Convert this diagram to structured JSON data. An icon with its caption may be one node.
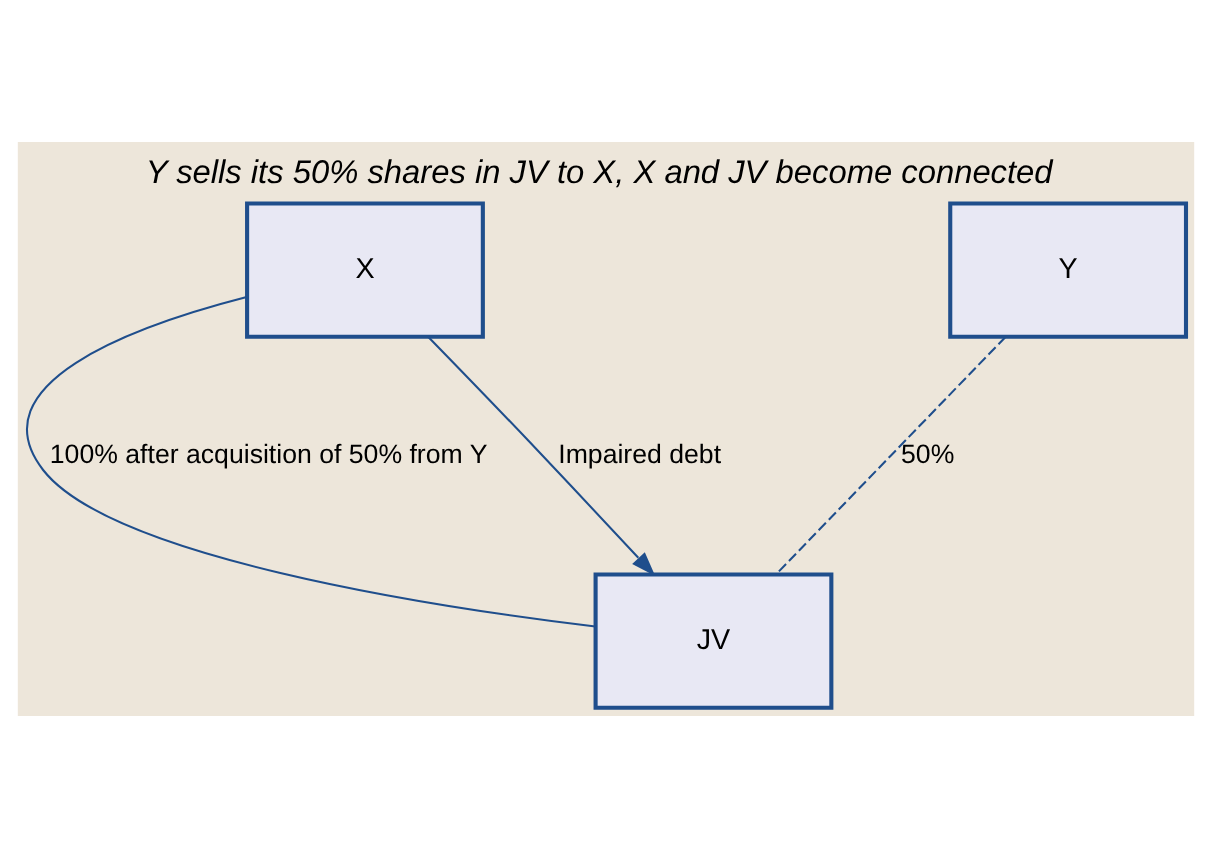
{
  "diagram": {
    "title": "Y sells its 50% shares in JV to X, X and JV become connected",
    "nodes": [
      {
        "text": [
          "X"
        ]
      },
      {
        "text": [
          "Y"
        ]
      },
      {
        "text": [
          "JV"
        ]
      }
    ],
    "edges": [
      {
        "from": 0,
        "to": 2,
        "arrow": "none",
        "label": "100% after acquisition of 50% from Y"
      },
      {
        "from": 1,
        "to": 2,
        "arrow": "none",
        "style": "dashed",
        "label": "50%"
      },
      {
        "from": 0,
        "to": 2,
        "arrow": "to",
        "label": "Impaired debt"
      }
    ]
  }
}
